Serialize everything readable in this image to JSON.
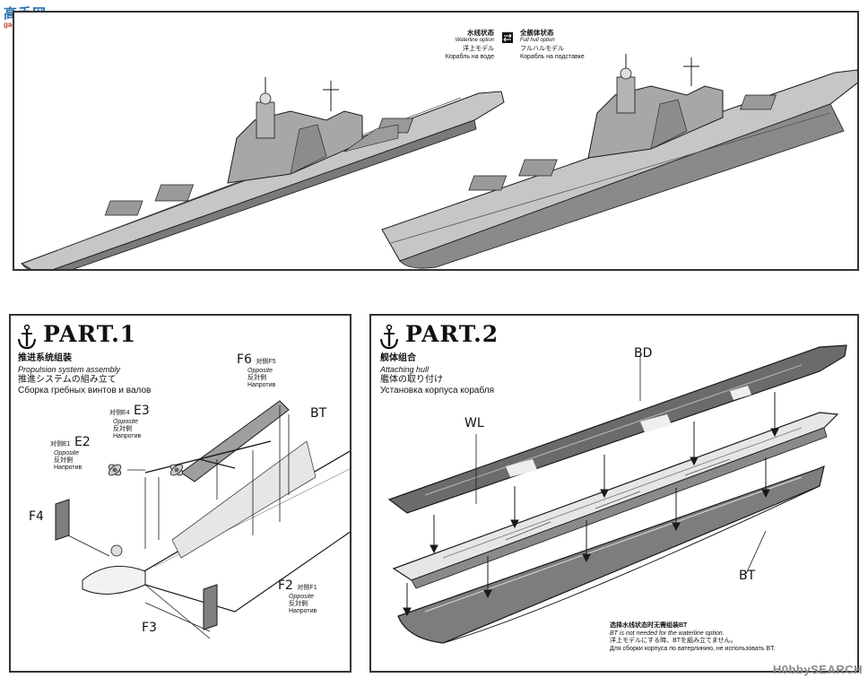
{
  "logo": {
    "site_name": "高手网",
    "site_url": "gaoshou.com"
  },
  "top_panel": {
    "waterline": {
      "cn": "水线状态",
      "en": "Waterline option",
      "jp": "洋上モデル",
      "ru": "Корабль на воде"
    },
    "fullhull": {
      "cn": "全舰体状态",
      "en": "Full hull option",
      "jp": "フルハルモデル",
      "ru": "Корабль на подставке"
    }
  },
  "part1": {
    "title": "PART.1",
    "cn": "推进系统组装",
    "en": "Propulsion system assembly",
    "jp": "推進システムの組み立て",
    "ru": "Сборка гребных винтов и валов",
    "labels": {
      "F6": "F6",
      "F6_opp_cn": "对侧F5",
      "F6_opp_en": "Opposite",
      "F6_opp_jp": "反対側",
      "F6_opp_ru": "Напротив",
      "E3": "E3",
      "E3_opp_cn": "对侧E4",
      "E3_opp_en": "Opposite",
      "E3_opp_jp": "反対側",
      "E3_opp_ru": "Напротив",
      "E2": "E2",
      "E2_opp_cn": "对侧E1",
      "E2_opp_en": "Opposite",
      "E2_opp_jp": "反対側",
      "E2_opp_ru": "Напротив",
      "BT": "BT",
      "F4": "F4",
      "F2": "F2",
      "F2_opp_cn": "对侧F1",
      "F2_opp_en": "Opposite",
      "F2_opp_jp": "反対側",
      "F2_opp_ru": "Напротив",
      "F3": "F3"
    }
  },
  "part2": {
    "title": "PART.2",
    "cn": "舰体组合",
    "en": "Attaching hull",
    "jp": "艦体の取り付け",
    "ru": "Установка корпуса корабля",
    "labels": {
      "BD": "BD",
      "WL": "WL",
      "BT": "BT"
    },
    "note": {
      "cn": "选择水线状态时无需组装BT",
      "en": "BT is not needed for the waterline option.",
      "jp": "洋上モデルにする時、BTを組み立てません。",
      "ru": "Для сборки корпуса по ватерлинию, не использовать BT."
    }
  },
  "watermark": "H0bbySEARCH",
  "colors": {
    "ship_fill": "#bdbdbd",
    "ship_dark": "#6b6b6b",
    "line": "#1a1a1a",
    "logo_blue": "#2a6fb0",
    "logo_red": "#c0392b"
  }
}
